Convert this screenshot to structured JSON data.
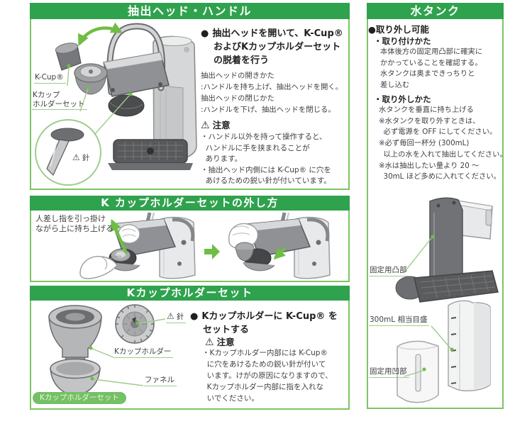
{
  "colors": {
    "green": "#2fa24d",
    "border": "#7dc462",
    "leader": "#9dcd8b",
    "arrow": "#6ebe45",
    "badge": "#74c065",
    "ink": "#3f4042"
  },
  "glyphs": {
    "bullet": "●",
    "warn": "⚠"
  },
  "left": {
    "section1": {
      "title": "抽出ヘッド・ハンドル",
      "lead": "抽出ヘッドを開いて、K-Cup®\nおよびKカップホルダーセット\nの脱着を行う",
      "howto": "抽出ヘッドの開きかた\n:ハンドルを持ち上げ、抽出ヘッドを開く。\n抽出ヘッドの閉じかた\n:ハンドルを下げ、抽出ヘッドを閉じる。",
      "caution_title": "注意",
      "caution": "・ハンドル以外を持って操作すると、\n  ハンドルに手を挟まれることが\n  あります。\n・抽出ヘッド内側には K-Cup® に穴を\n  あけるための鋭い針が付いています。",
      "label_kcup": "K-Cup®",
      "label_holder": "Kカップ\nホルダーセット",
      "label_needle": "針"
    },
    "section2": {
      "title": "K カップホルダーセットの外し方",
      "hint": "人差し指を引っ掛け\nながら上に持ち上げる"
    },
    "section3": {
      "title": "Kカップホルダーセット",
      "lead": "Kカップホルダーに K-Cup® を\nセットする",
      "caution_title": "注意",
      "caution": "・Kカップホルダー内部には K-Cup®\n  に穴をあけるための鋭い針が付いて\n  います。けがの原因になりますので、\n  Kカップホルダー内部に指を入れな\n  いでください。",
      "label_holder": "Kカップホルダー",
      "label_funnel": "ファネル",
      "label_needle": "針",
      "badge": "Kカップホルダーセット"
    }
  },
  "right": {
    "title": "水タンク",
    "removable": "取り外し可能",
    "attach_head": "・取り付けかた",
    "attach_body": "本体後方の固定用凸部に確実に\nかかっていることを確認する。\n水タンクは奥まできっちりと\n差し込む",
    "detach_head": "・取り外しかた",
    "detach_body": "水タンクを垂直に持ち上げる\n※水タンクを取り外すときは、\n  必ず電源を OFF にしてください。\n※必ず毎回一杯分 (300mL)\n  以上の水を入れて抽出してください。\n※水は抽出したい量より 20 ～\n  30mL ほど多めに入れてください。",
    "label_tab": "固定用凸部",
    "label_scale": "300mL 相当目盛",
    "label_notch": "固定用凹部"
  }
}
